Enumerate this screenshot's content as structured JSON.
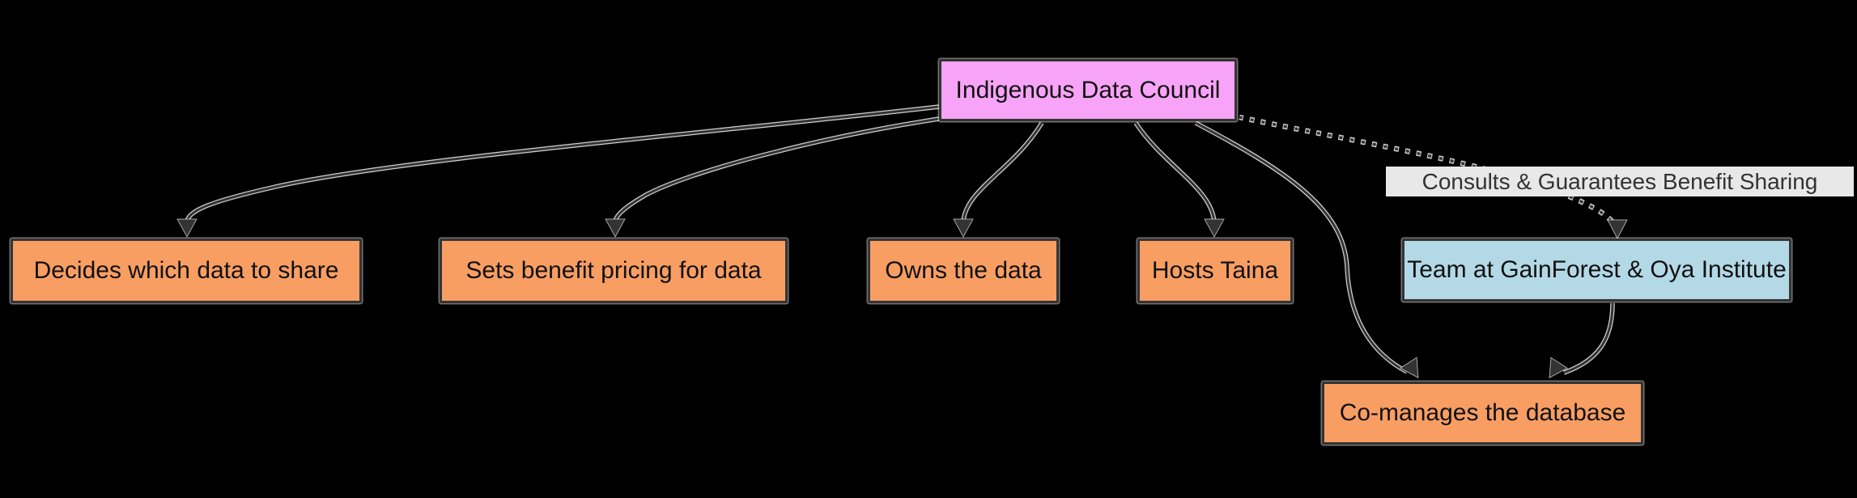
{
  "diagram": {
    "type": "flowchart",
    "background_color": "#000000",
    "colors": {
      "council_fill": "#f7a3f7",
      "role_fill": "#f89e63",
      "team_fill": "#b4d9e6",
      "node_border": "#343434",
      "node_text": "#111111",
      "edge_stroke": "#333333",
      "edge_label_bg": "#e8e8e8",
      "edge_label_text": "#333333"
    },
    "nodes": {
      "council": {
        "label": "Indigenous Data Council"
      },
      "decides": {
        "label": "Decides which data to share"
      },
      "pricing": {
        "label": "Sets benefit pricing for data"
      },
      "owns": {
        "label": "Owns the data"
      },
      "hosts": {
        "label": "Hosts Taina"
      },
      "team": {
        "label": "Team at GainForest & Oya Institute"
      },
      "comanages": {
        "label": "Co-manages the database"
      }
    },
    "edges": [
      {
        "from": "Indigenous Data Council",
        "to": "Decides which data to share",
        "style": "solid"
      },
      {
        "from": "Indigenous Data Council",
        "to": "Sets benefit pricing for data",
        "style": "solid"
      },
      {
        "from": "Indigenous Data Council",
        "to": "Owns the data",
        "style": "solid"
      },
      {
        "from": "Indigenous Data Council",
        "to": "Hosts Taina",
        "style": "solid"
      },
      {
        "from": "Indigenous Data Council",
        "to": "Co-manages the database",
        "style": "solid"
      },
      {
        "from": "Indigenous Data Council",
        "to": "Team at GainForest & Oya Institute",
        "style": "dotted",
        "label": "Consults & Guarantees Benefit Sharing"
      },
      {
        "from": "Team at GainForest & Oya Institute",
        "to": "Co-manages the database",
        "style": "solid"
      }
    ],
    "edge_label": {
      "text": "Consults & Guarantees Benefit Sharing"
    }
  }
}
